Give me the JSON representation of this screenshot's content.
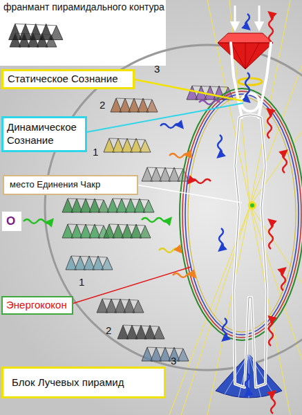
{
  "diagram": {
    "nodes": [
      {
        "text": [
          "Статическое Сознание"
        ]
      },
      {
        "text": [
          "Динамическое Сознание"
        ]
      },
      {
        "text": [
          "место Единения Чакр"
        ]
      },
      {
        "text": [
          "О"
        ]
      },
      {
        "text": [
          "Энергококон"
        ]
      },
      {
        "text": [
          "Блок Лучевых пирамид"
        ]
      }
    ],
    "labels": [
      "франмант  пирамидального контура",
      "3",
      "2",
      "1",
      "1",
      "2",
      "3"
    ]
  }
}
